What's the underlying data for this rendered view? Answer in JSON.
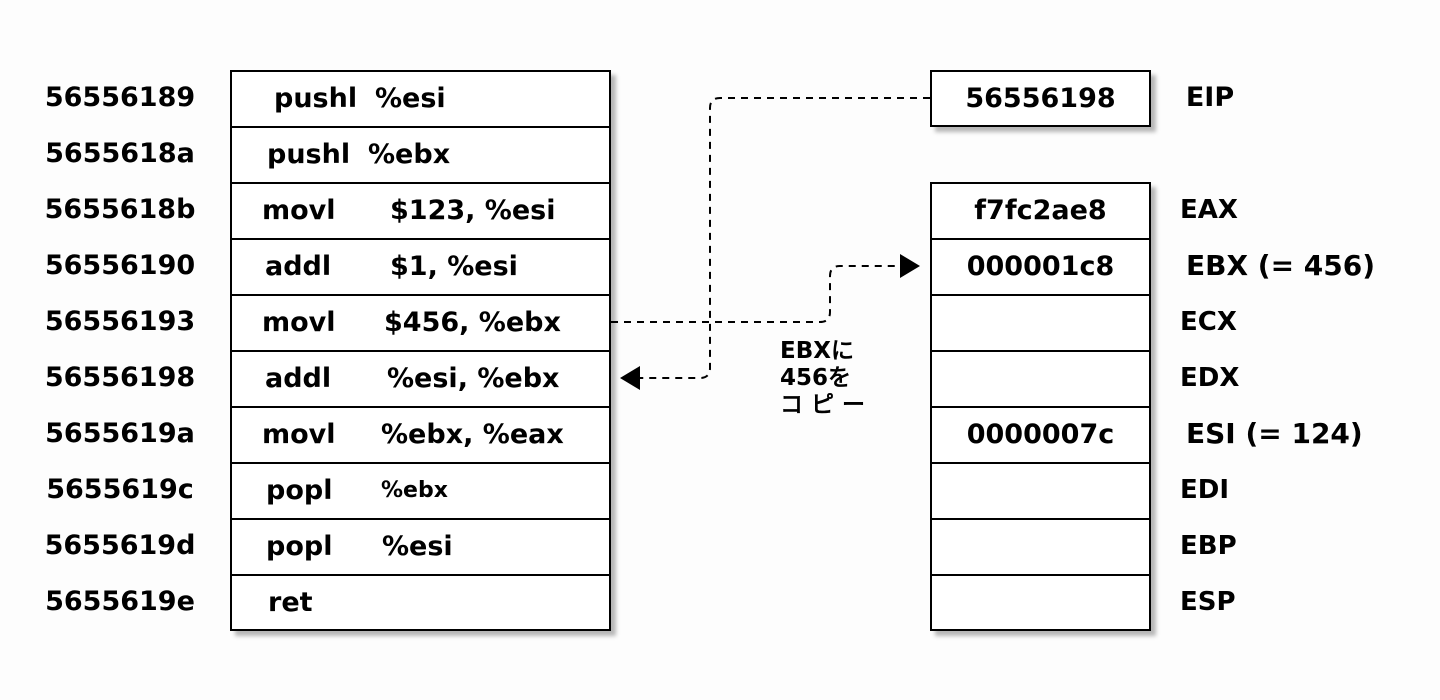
{
  "instructions": [
    {
      "address": "56556189",
      "op": "pushl",
      "args": "%esi"
    },
    {
      "address": "5655618a",
      "op": "pushl",
      "args": "%ebx"
    },
    {
      "address": "5655618b",
      "op": "movl",
      "args": "$123, %esi"
    },
    {
      "address": "56556190",
      "op": "addl",
      "args": "$1, %esi"
    },
    {
      "address": "56556193",
      "op": "movl",
      "args": "$456, %ebx"
    },
    {
      "address": "56556198",
      "op": "addl",
      "args": "%esi, %ebx"
    },
    {
      "address": "5655619a",
      "op": "movl",
      "args": "%ebx, %eax"
    },
    {
      "address": "5655619c",
      "op": "popl",
      "args": "%ebx"
    },
    {
      "address": "5655619d",
      "op": "popl",
      "args": "%esi"
    },
    {
      "address": "5655619e",
      "op": "ret",
      "args": ""
    }
  ],
  "eip": {
    "name": "EIP",
    "value": "56556198"
  },
  "registers": [
    {
      "name": "EAX",
      "value": "f7fc2ae8"
    },
    {
      "name": "EBX (= 456)",
      "value": "000001c8"
    },
    {
      "name": "ECX",
      "value": ""
    },
    {
      "name": "EDX",
      "value": ""
    },
    {
      "name": "ESI (= 124)",
      "value": "0000007c"
    },
    {
      "name": "EDI",
      "value": ""
    },
    {
      "name": "EBP",
      "value": ""
    },
    {
      "name": "ESP",
      "value": ""
    }
  ],
  "annotation": {
    "line1": "EBXに",
    "line2": "456を",
    "line3": "コ ピ ー"
  }
}
